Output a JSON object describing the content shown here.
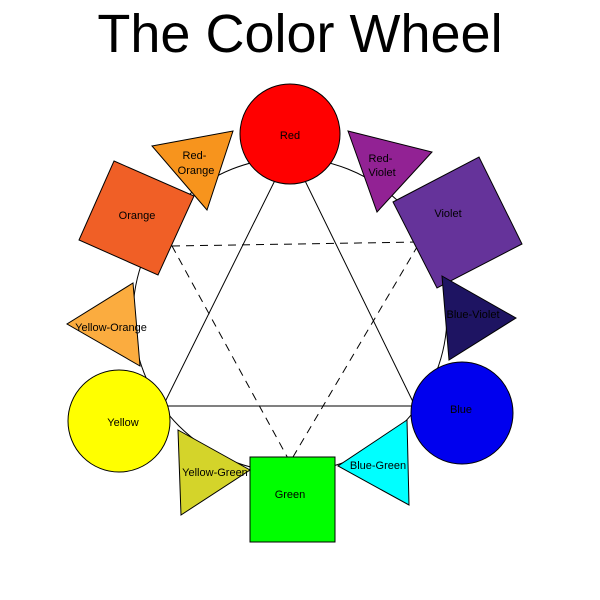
{
  "title": "The Color Wheel",
  "colors": {
    "red": {
      "label": "Red",
      "fill": "#FF0000",
      "shape": "circle"
    },
    "red_violet": {
      "label_lines": [
        "Red-",
        "Violet"
      ],
      "fill": "#922294",
      "shape": "triangle"
    },
    "violet": {
      "label": "Violet",
      "fill": "#65339A",
      "shape": "square"
    },
    "blue_violet": {
      "label": "Blue-Violet",
      "fill": "#1E1462",
      "shape": "triangle"
    },
    "blue": {
      "label": "Blue",
      "fill": "#0000EE",
      "shape": "circle"
    },
    "blue_green": {
      "label": "Blue-Green",
      "fill": "#00FFFF",
      "shape": "triangle"
    },
    "green": {
      "label": "Green",
      "fill": "#00FF00",
      "shape": "square"
    },
    "yellow_green": {
      "label": "Yellow-Green",
      "fill": "#D4D42A",
      "shape": "triangle"
    },
    "yellow": {
      "label": "Yellow",
      "fill": "#FFFF00",
      "shape": "circle"
    },
    "yellow_orange": {
      "label": "Yellow-Orange",
      "fill": "#FBAC3F",
      "shape": "triangle"
    },
    "orange": {
      "label": "Orange",
      "fill": "#F05F26",
      "shape": "square"
    },
    "red_orange": {
      "label_lines": [
        "Red-",
        "Orange"
      ],
      "fill": "#F7941D",
      "shape": "triangle"
    }
  }
}
